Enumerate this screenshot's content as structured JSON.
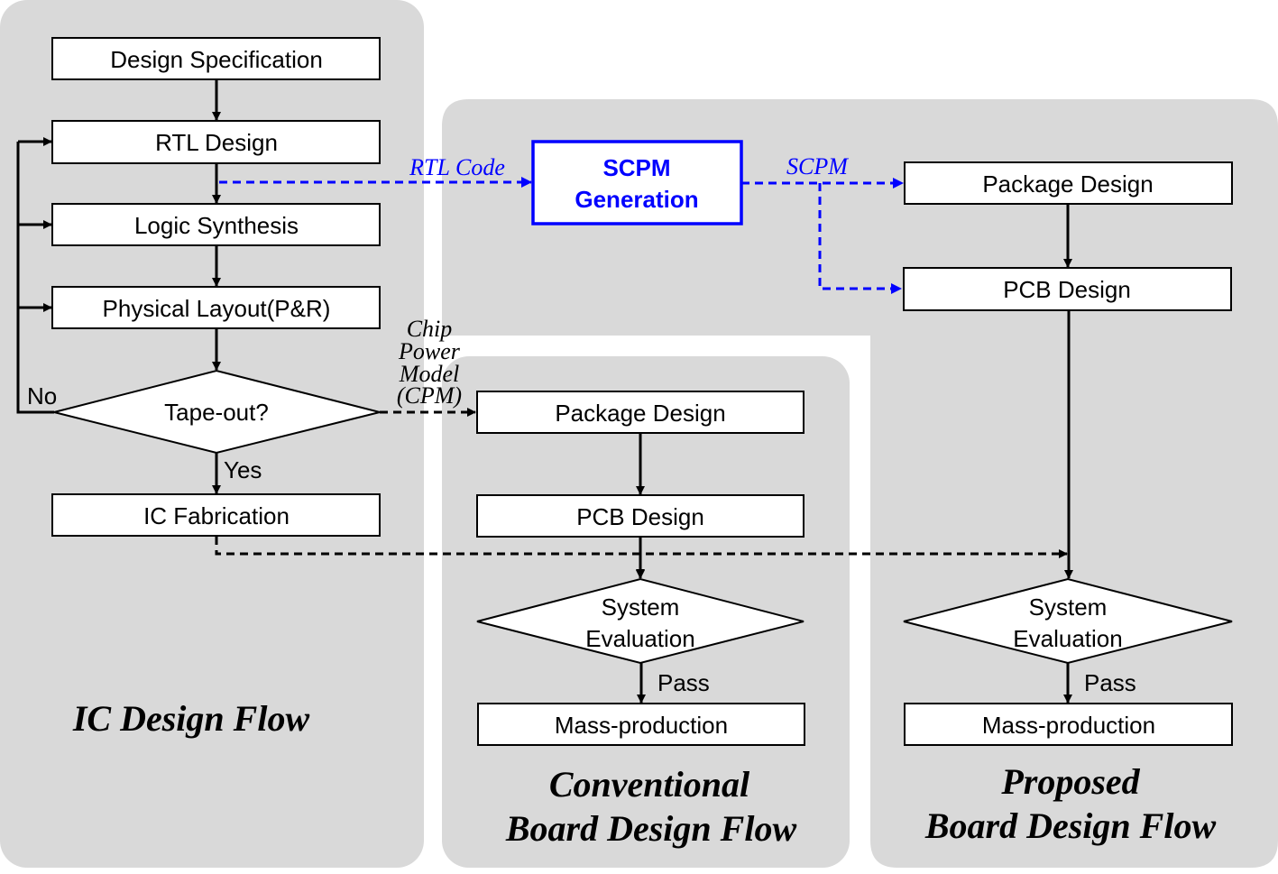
{
  "ic_flow": {
    "title": "IC Design Flow",
    "design_spec": "Design Specification",
    "rtl_design": "RTL Design",
    "logic_synthesis": "Logic Synthesis",
    "physical_layout": "Physical Layout(P&R)",
    "tapeout": "Tape-out?",
    "no_label": "No",
    "yes_label": "Yes",
    "ic_fabrication": "IC Fabrication"
  },
  "scpm": {
    "line1": "SCPM",
    "line2": "Generation",
    "rtl_code_label": "RTL Code",
    "scpm_label": "SCPM"
  },
  "cpm_label": [
    "Chip",
    "Power",
    "Model",
    "(CPM)"
  ],
  "conventional": {
    "title_line1": "Conventional",
    "title_line2": "Board Design Flow",
    "package_design": "Package Design",
    "pcb_design": "PCB Design",
    "eval_line1": "System",
    "eval_line2": "Evaluation",
    "pass_label": "Pass",
    "mass_production": "Mass-production"
  },
  "proposed": {
    "title_line1": "Proposed",
    "title_line2": "Board Design Flow",
    "package_design": "Package Design",
    "pcb_design": "PCB Design",
    "eval_line1": "System",
    "eval_line2": "Evaluation",
    "pass_label": "Pass",
    "mass_production": "Mass-production"
  },
  "colors": {
    "region": "#d9d9d9",
    "accent": "#0000ff",
    "line": "#000000"
  }
}
